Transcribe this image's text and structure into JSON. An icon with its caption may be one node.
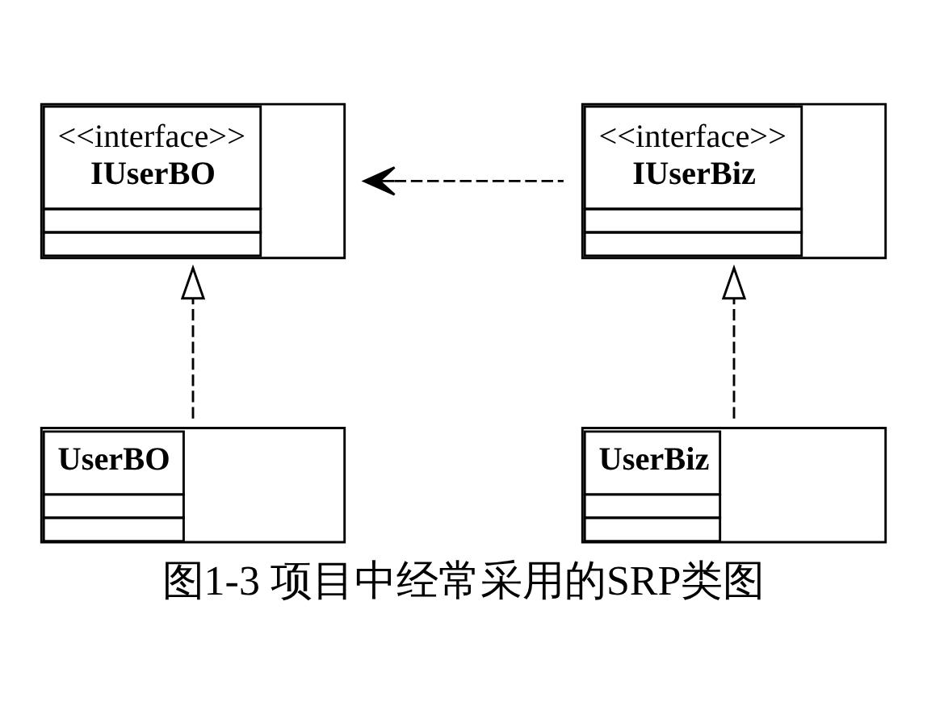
{
  "diagram": {
    "caption": "图1-3 项目中经常采用的SRP类图",
    "nodes": [
      {
        "text": [
          "<<interface>>",
          "IUserBO"
        ]
      },
      {
        "text": [
          "<<interface>>",
          "IUserBiz"
        ]
      },
      {
        "text": [
          "UserBO"
        ]
      },
      {
        "text": [
          "UserBiz"
        ]
      }
    ],
    "edges": [
      {
        "from": 1,
        "to": 0,
        "arrow": "to",
        "style": "dashed"
      },
      {
        "from": 2,
        "to": 0,
        "arrow": "to",
        "style": "dashed"
      },
      {
        "from": 3,
        "to": 1,
        "arrow": "to",
        "style": "dashed"
      }
    ]
  }
}
